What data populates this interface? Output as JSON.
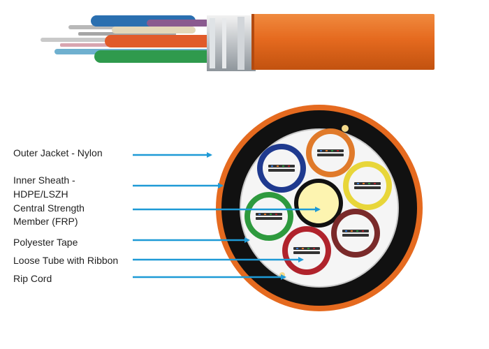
{
  "labels": {
    "outer_jacket": "Outer Jacket - Nylon",
    "inner_sheath_line1": "Inner Sheath -",
    "inner_sheath_line2": "HDPE/LSZH",
    "central_line1": "Central Strength",
    "central_line2": "Member (FRP)",
    "polyester_tape": "Polyester Tape",
    "loose_tube": "Loose Tube with Ribbon",
    "rip_cord": "Rip Cord"
  },
  "colors": {
    "jacket_orange": "#e56a1f",
    "sheath_black": "#111111",
    "arrow_blue": "#1e9ad6",
    "tube_blue": "#1f3a8f",
    "tube_orange": "#e07a2a",
    "tube_yellow": "#e8d63a",
    "tube_green": "#2e9a3e",
    "tube_red": "#b0232c",
    "tube_brown": "#7a2a2a",
    "frp_yellow": "#fdf4b0"
  }
}
